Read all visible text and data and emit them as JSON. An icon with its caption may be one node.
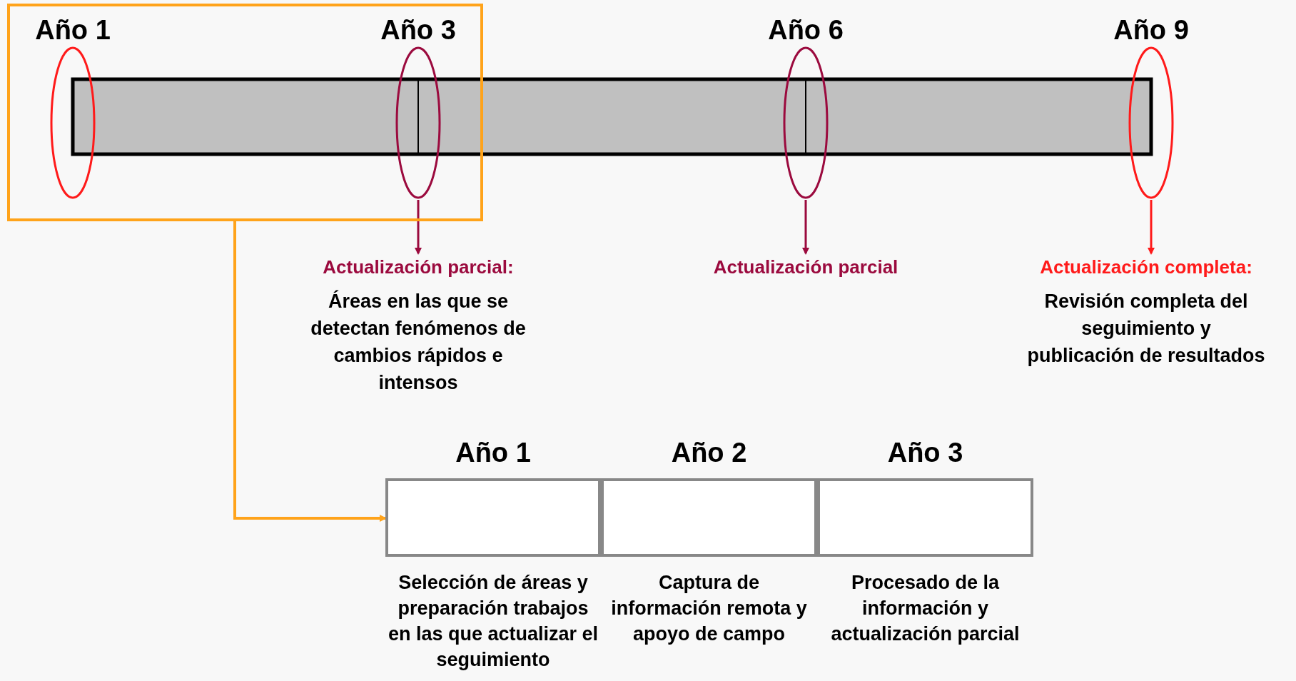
{
  "diagram": {
    "nodes": [
      {
        "text": [],
        "shape": "box"
      },
      {
        "text": [
          "Año 1"
        ],
        "in": 0
      },
      {
        "text": [
          "Año 3"
        ],
        "in": 0
      },
      {
        "text": [
          "Año 6"
        ]
      },
      {
        "text": [
          "Año 9"
        ]
      },
      {
        "text": [
          "Actualización parcial:",
          "Áreas en las que se detectan fenómenos de cambios rápidos e intensos"
        ]
      },
      {
        "text": [
          "Actualización parcial"
        ]
      },
      {
        "text": [
          "Actualización completa:",
          "Revisión completa del seguimiento y publicación de resultados"
        ]
      },
      {
        "text": [
          "Año 1",
          "Selección de áreas y preparación trabajos en las que actualizar el seguimiento"
        ]
      },
      {
        "text": [
          "Año 2",
          "Captura de información remota y apoyo de campo"
        ]
      },
      {
        "text": [
          "Año 3",
          "Procesado de la información y actualización parcial"
        ]
      }
    ],
    "edges": [
      {
        "from": 2,
        "to": 5,
        "arrow": "to",
        "color": "#9b0a3e"
      },
      {
        "from": 3,
        "to": 6,
        "arrow": "to",
        "color": "#9b0a3e"
      },
      {
        "from": 4,
        "to": 7,
        "arrow": "to",
        "color": "#ff1a1a"
      },
      {
        "from": 0,
        "to": 8,
        "arrow": "to",
        "color": "#ffa31a"
      }
    ]
  }
}
